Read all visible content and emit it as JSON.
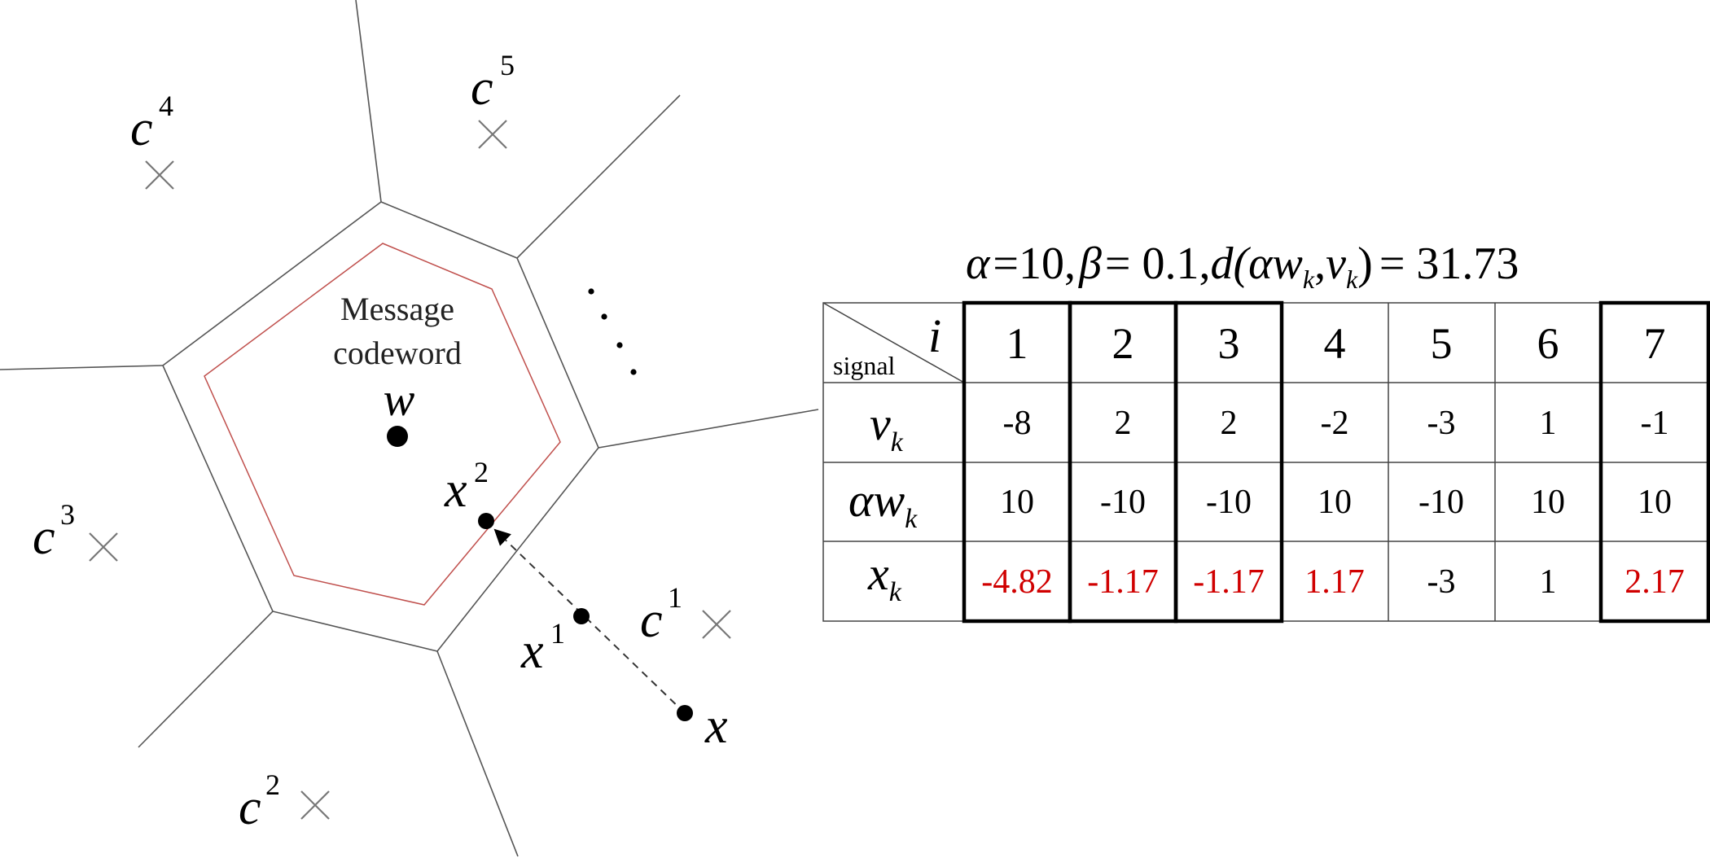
{
  "diagram": {
    "centroids": [
      {
        "id": "c1",
        "base": "c",
        "sup": "1"
      },
      {
        "id": "c2",
        "base": "c",
        "sup": "2"
      },
      {
        "id": "c3",
        "base": "c",
        "sup": "3"
      },
      {
        "id": "c4",
        "base": "c",
        "sup": "4"
      },
      {
        "id": "c5",
        "base": "c",
        "sup": "5"
      }
    ],
    "message_label": [
      "Message",
      "codeword"
    ],
    "codeword_symbol": "w",
    "points": [
      {
        "id": "x2",
        "base": "x",
        "sup": "2"
      },
      {
        "id": "x1",
        "base": "x",
        "sup": "1"
      },
      {
        "id": "x",
        "base": "x",
        "sup": ""
      }
    ],
    "ellipsis": "·  ·  ·",
    "colors": {
      "line": "#555555",
      "inner": "#c0504d",
      "dot": "#000000",
      "red": "#d00000"
    }
  },
  "table": {
    "params": {
      "alpha_sym": "α",
      "alpha_val": "=10,",
      "beta_sym": "β",
      "beta_val": "= 0.1,",
      "d_open": "d(",
      "w_sub_sym": "w",
      "sub_k": "k",
      "comma": ",",
      "v_sym": "v",
      "d_close": ")",
      "d_val": "= 31.73"
    },
    "corner": {
      "top": "i",
      "bottom": "signal"
    },
    "columns": [
      "1",
      "2",
      "3",
      "4",
      "5",
      "6",
      "7"
    ],
    "highlighted_columns": [
      0,
      1,
      2,
      6
    ],
    "rows": [
      {
        "label_base": "v",
        "label_pre": "",
        "label_sub": "k",
        "values": [
          "-8",
          "2",
          "2",
          "-2",
          "-3",
          "1",
          "-1"
        ],
        "red": [
          false,
          false,
          false,
          false,
          false,
          false,
          false
        ]
      },
      {
        "label_base": "w",
        "label_pre": "α",
        "label_sub": "k",
        "values": [
          "10",
          "-10",
          "-10",
          "10",
          "-10",
          "10",
          "10"
        ],
        "red": [
          false,
          false,
          false,
          false,
          false,
          false,
          false
        ]
      },
      {
        "label_base": "x",
        "label_pre": "",
        "label_sub": "k",
        "values": [
          "-4.82",
          "-1.17",
          "-1.17",
          "1.17",
          "-3",
          "1",
          "2.17"
        ],
        "red": [
          true,
          true,
          true,
          true,
          false,
          false,
          true
        ]
      }
    ]
  }
}
